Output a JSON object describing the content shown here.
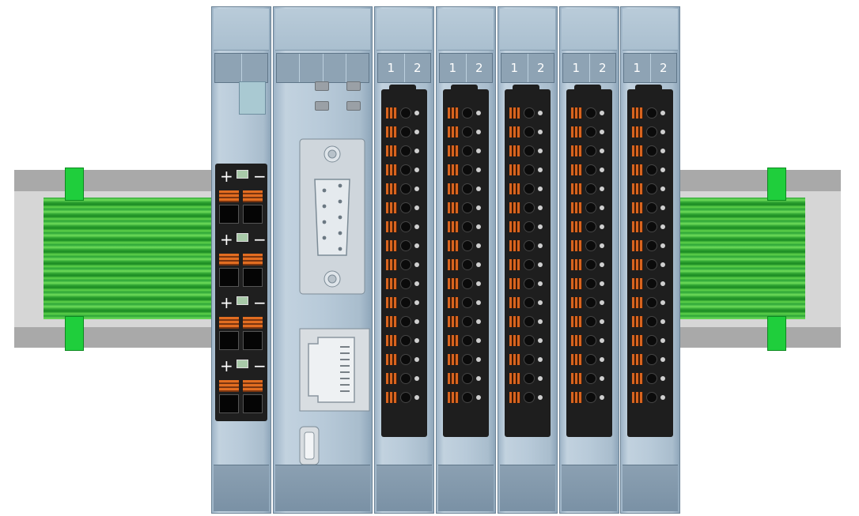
{
  "power_module": {
    "rows": [
      {
        "plus": "+",
        "minus": "−"
      },
      {
        "plus": "+",
        "minus": "−"
      },
      {
        "plus": "+",
        "minus": "−"
      },
      {
        "plus": "+",
        "minus": "−"
      }
    ]
  },
  "io_modules": [
    {
      "label_1": "1",
      "label_2": "2"
    },
    {
      "label_1": "1",
      "label_2": "2"
    },
    {
      "label_1": "1",
      "label_2": "2"
    },
    {
      "label_1": "1",
      "label_2": "2"
    },
    {
      "label_1": "1",
      "label_2": "2"
    }
  ],
  "colors": {
    "housing": "#b8cad9",
    "terminal": "#1e1e1e",
    "spring": "#d8641f",
    "cable_green": "#2fa83a",
    "clip_green": "#1fce3c"
  },
  "icons": [
    "db9-serial-port-icon",
    "rj45-ethernet-port-icon",
    "mini-usb-port-icon"
  ]
}
